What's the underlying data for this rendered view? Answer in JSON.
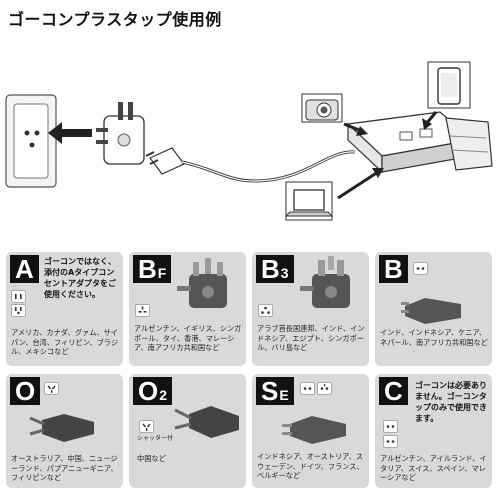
{
  "page_title": "ゴーコンプラスタップ使用例",
  "cards": [
    {
      "letter": "A",
      "sub": "",
      "note": "ゴーコンではなく、添付のAタイプコンセントアダプタをご使用ください。",
      "countries": "アメリカ、カナダ、グァム、サイパン、台湾、フィリピン、ブラジル、メキシコなど"
    },
    {
      "letter": "B",
      "sub": "F",
      "countries": "アルゼンチン、イギリス、シンガポール、タイ、香港、マレーシア、南アフリカ共和国など"
    },
    {
      "letter": "B",
      "sub": "3",
      "countries": "アラブ首長国連邦、インド、インドネシア、エジプト、シンガポール、バリ島など"
    },
    {
      "letter": "B",
      "sub": "",
      "countries": "インド、インドネシア、ケニア、ネパール、南アフリカ共和国など"
    },
    {
      "letter": "O",
      "sub": "",
      "countries": "オーストラリア、中国、ニュージーランド、パプアニューギニア、フィリピンなど"
    },
    {
      "letter": "O",
      "sub": "2",
      "shutter": "シャッター付",
      "countries": "中国など"
    },
    {
      "letter": "S",
      "sub": "E",
      "countries": "インドネシア、オーストリア、スウェーデン、ドイツ、フランス、ベルギーなど"
    },
    {
      "letter": "C",
      "sub": "",
      "note": "ゴーコンは必要ありません。ゴーコンタップのみで使用できます。",
      "countries": "アルゼンチン、アイルランド、イタリア、スイス、スペイン、マレーシアなど"
    }
  ]
}
